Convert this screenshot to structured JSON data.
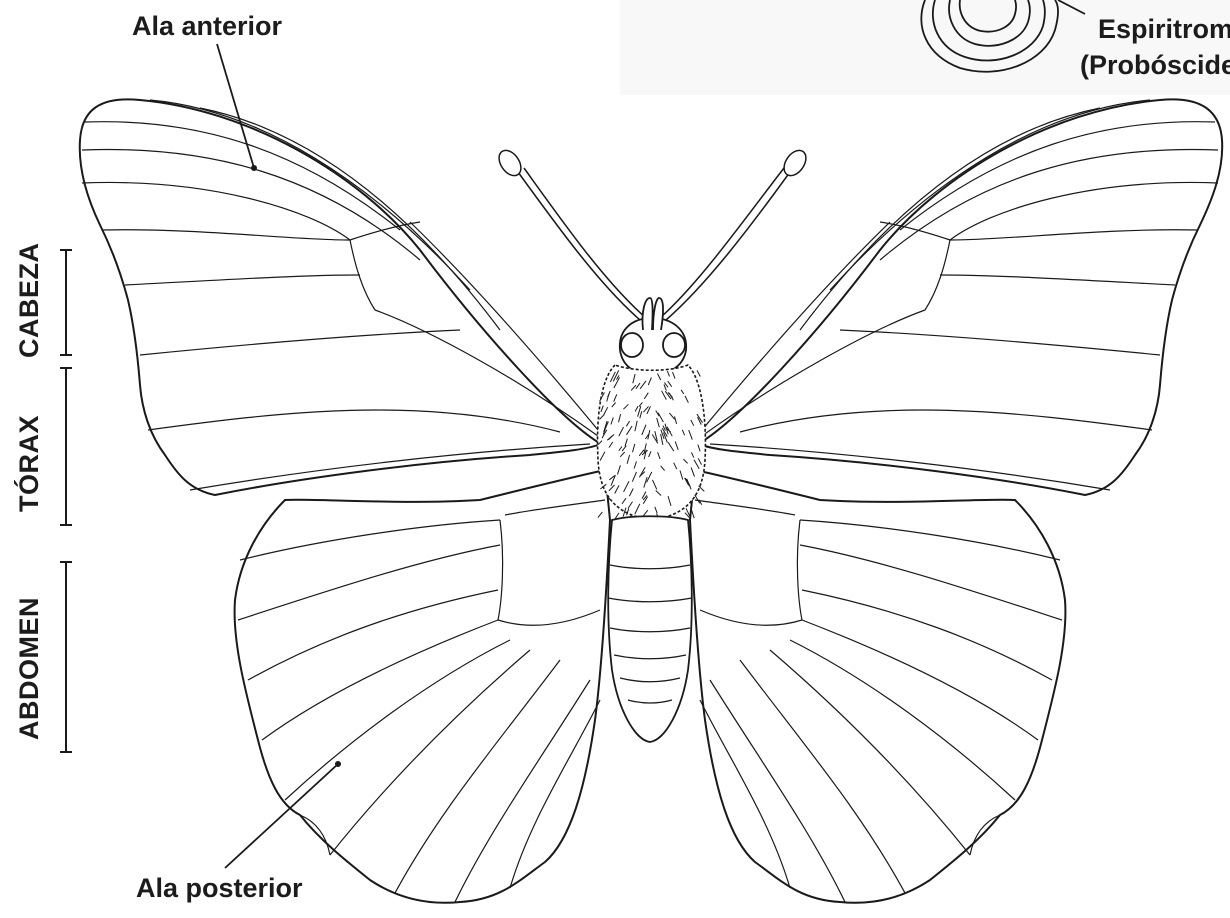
{
  "labels": {
    "forewing": "Ala anterior",
    "hindwing": "Ala posterior",
    "proboscis_line1": "Espiritrompa",
    "proboscis_line2": "(Probóscide)",
    "head": "CABEZA",
    "thorax": "TÓRAX",
    "abdomen": "ABDOMEN"
  },
  "colors": {
    "stroke": "#1a1a1a",
    "fill": "#ffffff",
    "inset_bg": "#f8f8f8"
  }
}
